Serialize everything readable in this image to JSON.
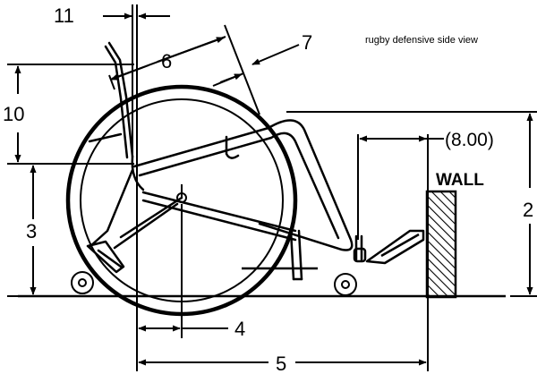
{
  "caption": "rugby defensive side view",
  "wall_label": "WALL",
  "dimensions": {
    "d2": "2",
    "d3": "3",
    "d4": "4",
    "d5": "5",
    "d6": "6",
    "d7": "7",
    "d8": "(8.00)",
    "d10": "10",
    "d11": "11"
  }
}
